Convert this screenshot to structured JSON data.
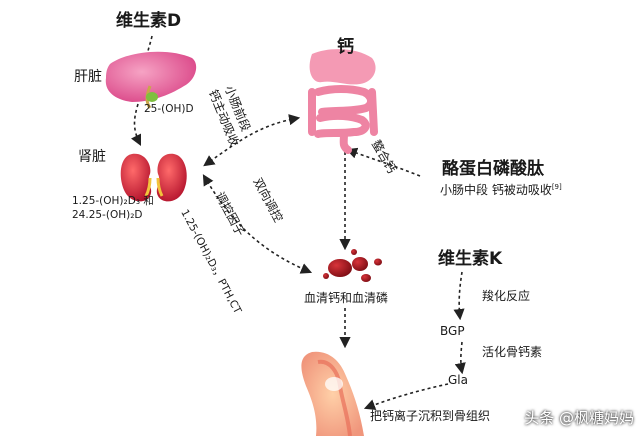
{
  "labels": {
    "vitamin_d": "维生素D",
    "liver": "肝脏",
    "hydroxy_d": "25-(OH)D",
    "kidney": "肾脏",
    "kidney_product_1": "1.25-(OH)₂D₃ 和",
    "kidney_product_2": "24.25-(OH)₂D",
    "calcium": "钙",
    "small_intestine_front": "小肠前段",
    "calcium_active_absorption": "钙主动吸收",
    "cpp": "酪蛋白磷酸肽",
    "chelate_calcium": "螯合钙",
    "small_intestine_mid": "小肠中段  钙被动吸收",
    "reference": "[9]",
    "bidirectional_regulation": "双向调控",
    "regulating_factor": "调控因子",
    "factors": "1.25-(OH)₂D₃，PTH,CT",
    "serum_ca_p": "血清钙和血清磷",
    "vitamin_k": "维生素K",
    "carboxylation": "羧化反应",
    "bgp": "BGP",
    "activated_osteocalcin": "活化骨钙素",
    "gla": "Gla",
    "deposit_to_bone": "把钙离子沉积到骨组织",
    "watermark": "头条 @枫糖妈妈"
  },
  "colors": {
    "arrow": "#222222",
    "liver": "#e9609a",
    "kidney": "#c8233a",
    "intestine": "#f08aa7",
    "blood": "#a51c24",
    "bone": "#f29a80"
  }
}
